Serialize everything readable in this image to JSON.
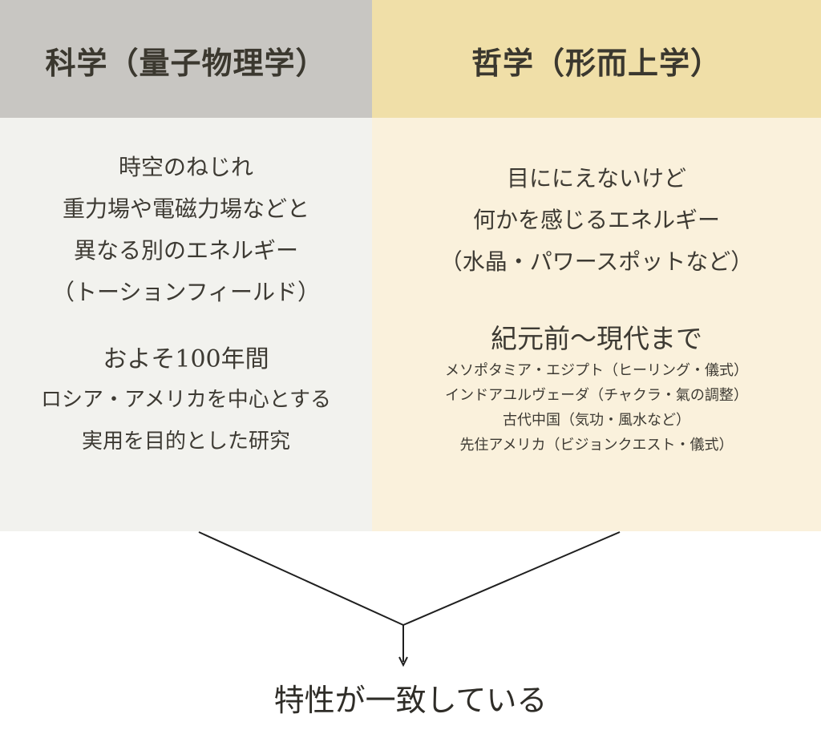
{
  "left": {
    "header": "科学（量子物理学）",
    "block1": [
      "時空のねじれ",
      "重力場や電磁力場などと",
      "異なる別のエネルギー",
      "（トーションフィールド）"
    ],
    "block2_title": "およそ100年間",
    "block2": [
      "ロシア・アメリカを中心とする",
      "実用を目的とした研究"
    ]
  },
  "right": {
    "header": "哲学（形而上学）",
    "block1": [
      "目ににえないけど",
      "何かを感じるエネルギー",
      "（水晶・パワースポットなど）"
    ],
    "block2_title": "紀元前〜現代まで",
    "block2": [
      "メソポタミア・エジプト（ヒーリング・儀式）",
      "インドアユルヴェーダ（チャクラ・氣の調整）",
      "古代中国（気功・風水など）",
      "先住アメリカ（ビジョンクエスト・儀式）"
    ]
  },
  "conclusion": "特性が一致している",
  "colors": {
    "left_header": "#c8c6c2",
    "right_header": "#f0dfa8",
    "left_body": "#f2f2ee",
    "right_body": "#faf1dc",
    "text": "#3d3a33"
  }
}
